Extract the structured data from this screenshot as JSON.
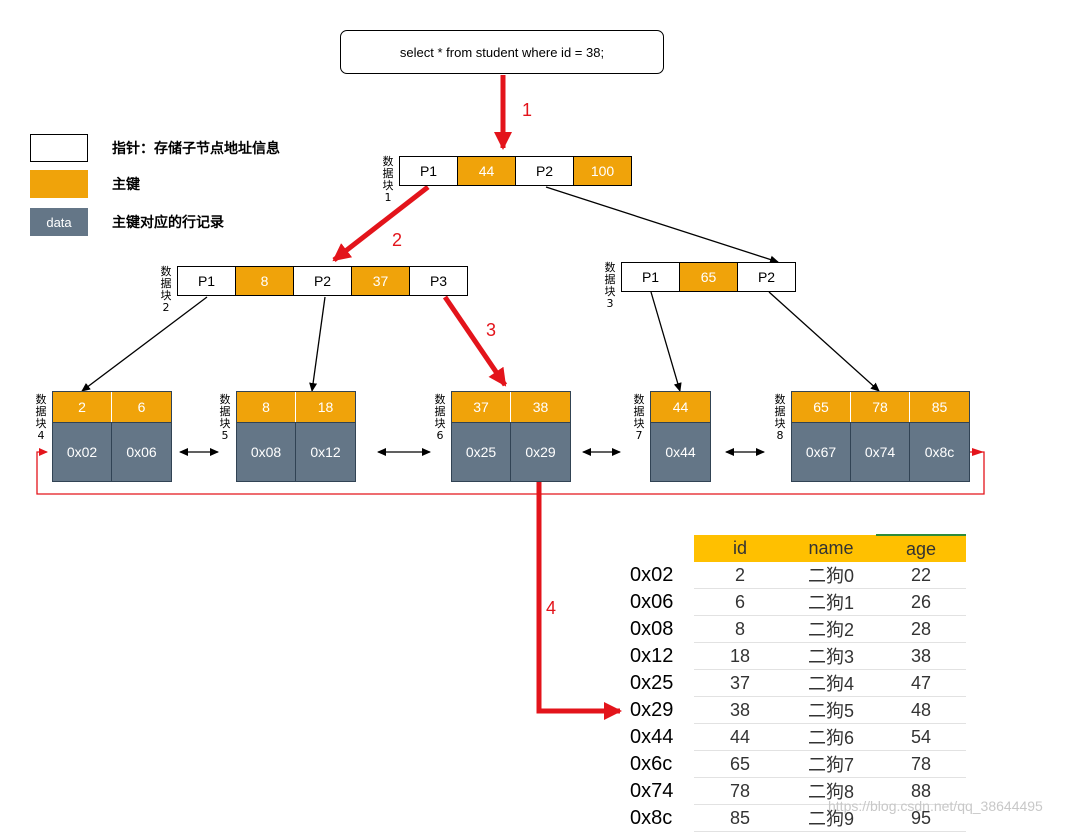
{
  "query": "select * from student where id = 38;",
  "legend": [
    {
      "swatch": "",
      "label": "指针：存储子节点地址信息",
      "color": "#ffffff"
    },
    {
      "swatch": "",
      "label": "主键",
      "color": "#f0a30a"
    },
    {
      "swatch": "data",
      "label": "主键对应的行记录",
      "color": "#647687"
    }
  ],
  "colors": {
    "pointer": "#ffffff",
    "key": "#f0a30a",
    "data": "#647687",
    "path": "#e3141b"
  },
  "steps": [
    "1",
    "2",
    "3",
    "4"
  ],
  "root": {
    "label": "数据块1",
    "cells": [
      "P1",
      "44",
      "P2",
      "100"
    ]
  },
  "block2": {
    "label": "数据块2",
    "cells": [
      "P1",
      "8",
      "P2",
      "37",
      "P3"
    ]
  },
  "block3": {
    "label": "数据块3",
    "cells": [
      "P1",
      "65",
      "P2"
    ]
  },
  "leaves": [
    {
      "label": "数据块4",
      "keys": [
        "2",
        "6"
      ],
      "data": [
        "0x02",
        "0x06"
      ]
    },
    {
      "label": "数据块5",
      "keys": [
        "8",
        "18"
      ],
      "data": [
        "0x08",
        "0x12"
      ]
    },
    {
      "label": "数据块6",
      "keys": [
        "37",
        "38"
      ],
      "data": [
        "0x25",
        "0x29"
      ]
    },
    {
      "label": "数据块7",
      "keys": [
        "44"
      ],
      "data": [
        "0x44"
      ]
    },
    {
      "label": "数据块8",
      "keys": [
        "65",
        "78",
        "85"
      ],
      "data": [
        "0x67",
        "0x74",
        "0x8c"
      ]
    }
  ],
  "table": {
    "headers": [
      "id",
      "name",
      "age"
    ],
    "rows": [
      {
        "addr": "0x02",
        "id": "2",
        "name": "二狗0",
        "age": "22"
      },
      {
        "addr": "0x06",
        "id": "6",
        "name": "二狗1",
        "age": "26"
      },
      {
        "addr": "0x08",
        "id": "8",
        "name": "二狗2",
        "age": "28"
      },
      {
        "addr": "0x12",
        "id": "18",
        "name": "二狗3",
        "age": "38"
      },
      {
        "addr": "0x25",
        "id": "37",
        "name": "二狗4",
        "age": "47"
      },
      {
        "addr": "0x29",
        "id": "38",
        "name": "二狗5",
        "age": "48"
      },
      {
        "addr": "0x44",
        "id": "44",
        "name": "二狗6",
        "age": "54"
      },
      {
        "addr": "0x6c",
        "id": "65",
        "name": "二狗7",
        "age": "78"
      },
      {
        "addr": "0x74",
        "id": "78",
        "name": "二狗8",
        "age": "88"
      },
      {
        "addr": "0x8c",
        "id": "85",
        "name": "二狗9",
        "age": "95"
      }
    ]
  },
  "watermark": "https://blog.csdn.net/qq_38644495"
}
